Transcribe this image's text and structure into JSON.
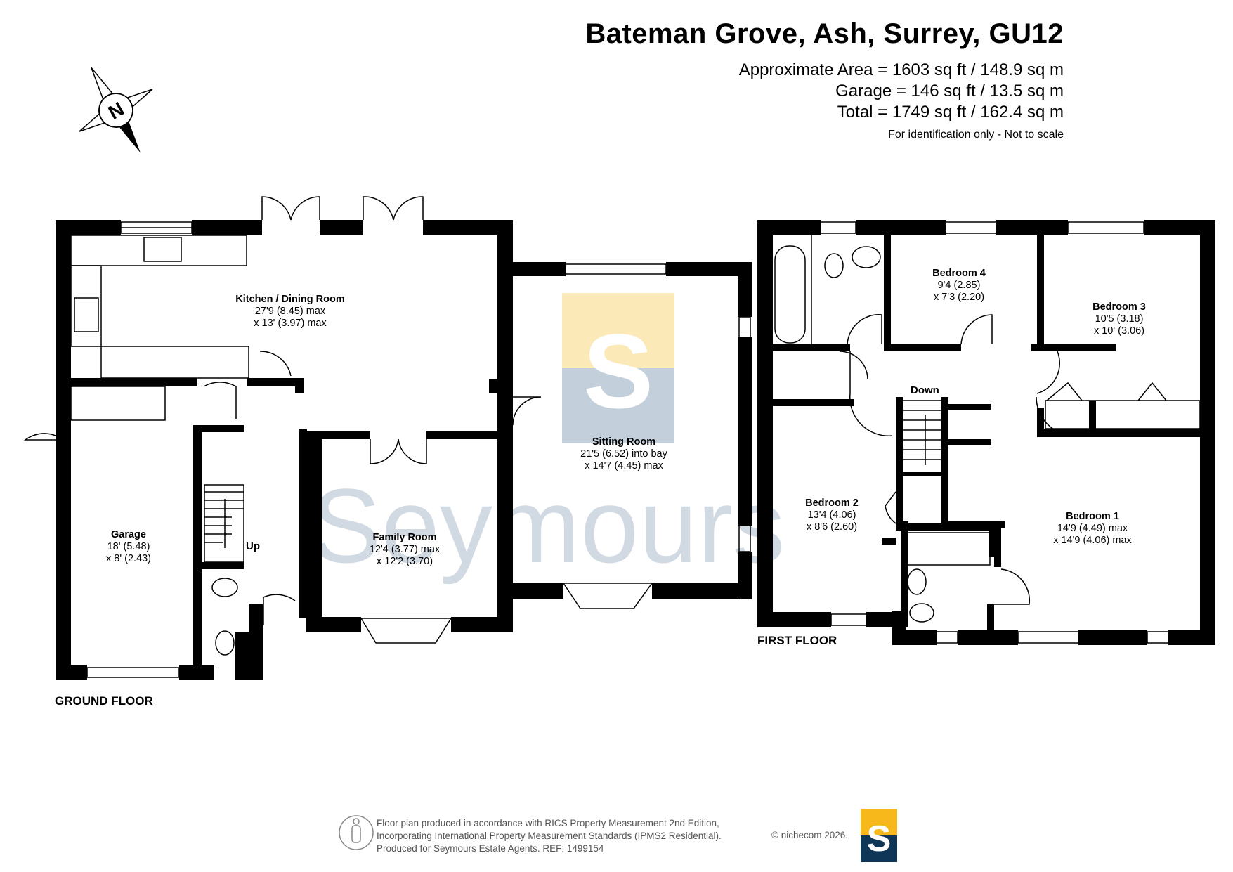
{
  "header": {
    "title": "Bateman Grove, Ash, Surrey, GU12",
    "approx_area": "Approximate Area = 1603 sq ft / 148.9 sq m",
    "garage_area": "Garage = 146 sq ft / 13.5 sq m",
    "total_area": "Total = 1749 sq ft / 162.4 sq m",
    "note": "For identification only - Not to scale"
  },
  "compass": {
    "letter": "N"
  },
  "floors": {
    "ground": "GROUND FLOOR",
    "first": "FIRST FLOOR"
  },
  "rooms": {
    "kitchen": {
      "name": "Kitchen / Dining Room",
      "dim1": "27'9 (8.45) max",
      "dim2": "x 13' (3.97) max"
    },
    "sitting": {
      "name": "Sitting Room",
      "dim1": "21'5 (6.52) into bay",
      "dim2": "x 14'7 (4.45) max"
    },
    "family": {
      "name": "Family Room",
      "dim1": "12'4 (3.77) max",
      "dim2": "x 12'2 (3.70)"
    },
    "garage": {
      "name": "Garage",
      "dim1": "18' (5.48)",
      "dim2": "x 8' (2.43)"
    },
    "bedroom4": {
      "name": "Bedroom 4",
      "dim1": "9'4 (2.85)",
      "dim2": "x 7'3 (2.20)"
    },
    "bedroom3": {
      "name": "Bedroom 3",
      "dim1": "10'5 (3.18)",
      "dim2": "x 10' (3.06)"
    },
    "bedroom2": {
      "name": "Bedroom 2",
      "dim1": "13'4 (4.06)",
      "dim2": "x 8'6 (2.60)"
    },
    "bedroom1": {
      "name": "Bedroom 1",
      "dim1": "14'9 (4.49) max",
      "dim2": "x 14'9 (4.06) max"
    }
  },
  "stairs": {
    "up": "Up",
    "down": "Down"
  },
  "watermark": {
    "text": "Seymours",
    "logo_letter": "S"
  },
  "footer": {
    "line1": "Floor plan produced in accordance with RICS Property Measurement 2nd Edition,",
    "line2": "Incorporating International Property Measurement Standards (IPMS2 Residential).",
    "line3": "Produced for Seymours Estate Agents.   REF: 1499154",
    "copyright": "© nichecom 2026."
  },
  "colors": {
    "wall": "#000000",
    "logo_yellow": "#fbe9b8",
    "logo_blue": "#c3d0db",
    "watermark": "#c9d4dd",
    "brand_yellow": "#f6b81a",
    "brand_navy": "#0f3557"
  }
}
